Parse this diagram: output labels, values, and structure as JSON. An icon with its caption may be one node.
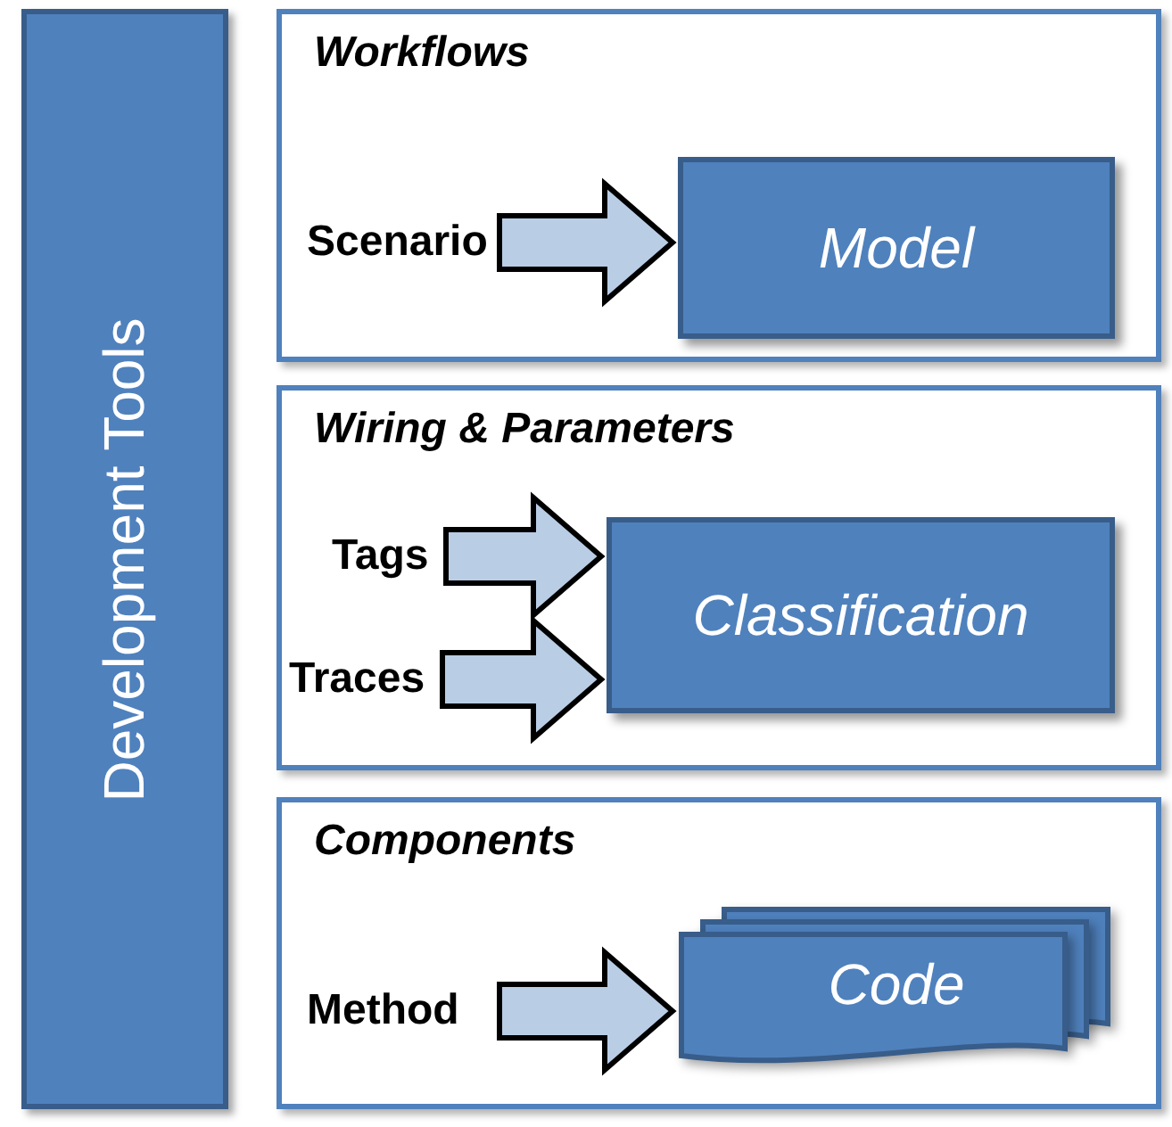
{
  "diagram": {
    "nodes": [
      {
        "text": [
          "Development Tools"
        ]
      },
      {
        "text": [
          "Workflows"
        ]
      },
      {
        "text": [
          "Scenario"
        ],
        "in": 1
      },
      {
        "text": [
          "Model"
        ],
        "in": 1
      },
      {
        "text": [
          "Wiring & Parameters"
        ]
      },
      {
        "text": [
          "Tags"
        ],
        "in": 4
      },
      {
        "text": [
          "Traces"
        ],
        "in": 4
      },
      {
        "text": [
          "Classification"
        ],
        "in": 4
      },
      {
        "text": [
          "Components"
        ]
      },
      {
        "text": [
          "Method"
        ],
        "in": 8
      },
      {
        "text": [
          "Code"
        ],
        "in": 8
      }
    ],
    "edges": [
      {
        "from": 2,
        "to": 3,
        "arrow": "to"
      },
      {
        "from": 5,
        "to": 7,
        "arrow": "to"
      },
      {
        "from": 6,
        "to": 7,
        "arrow": "to"
      },
      {
        "from": 9,
        "to": 10,
        "arrow": "to"
      }
    ]
  }
}
